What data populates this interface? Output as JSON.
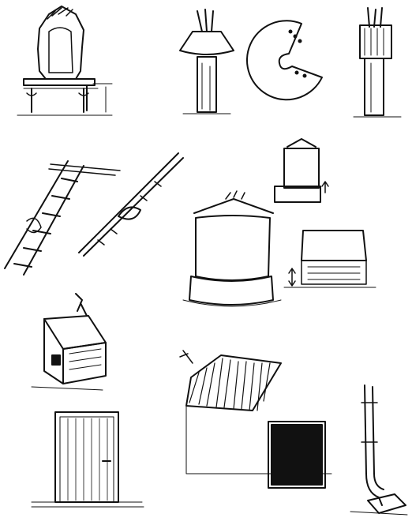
{
  "page": {
    "background": "#ffffff",
    "ink_color": "#111111"
  },
  "illustrations": [
    {
      "id": "raised-storage-platform",
      "icon": "hut-on-stilts-icon"
    },
    {
      "id": "post-with-funnel-guard",
      "icon": "rat-guard-cone-icon"
    },
    {
      "id": "disc-guard-template",
      "icon": "disc-template-icon"
    },
    {
      "id": "post-with-tin-band",
      "icon": "metal-band-post-icon"
    },
    {
      "id": "ladder-against-platform",
      "icon": "ladder-icon"
    },
    {
      "id": "notched-log-ladder",
      "icon": "log-ladder-icon"
    },
    {
      "id": "small-raised-bin",
      "icon": "small-bin-icon"
    },
    {
      "id": "thatched-round-granary",
      "icon": "round-granary-icon"
    },
    {
      "id": "rectangular-raised-store",
      "icon": "rectangular-store-icon"
    },
    {
      "id": "box-trap",
      "icon": "box-trap-icon"
    },
    {
      "id": "corrugated-roof-building",
      "icon": "corrugated-roof-icon"
    },
    {
      "id": "plank-door",
      "icon": "door-icon"
    },
    {
      "id": "drainpipe-outlet",
      "icon": "drainpipe-icon"
    }
  ]
}
